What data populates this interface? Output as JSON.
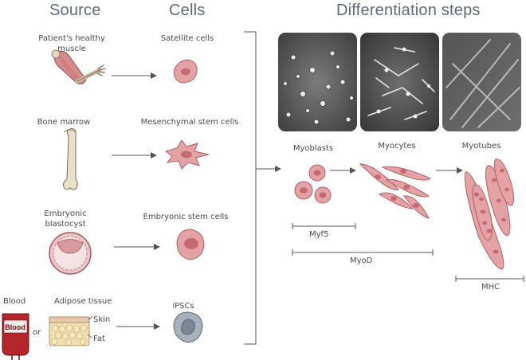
{
  "headers": {
    "source": "Source",
    "cells": "Cells",
    "differentiation": "Differentiation steps"
  },
  "sources": [
    {
      "label": "Patient's healthy muscle",
      "icon": "muscle-icon"
    },
    {
      "label": "Bone marrow",
      "icon": "bone-icon"
    },
    {
      "label": "Embryonic blastocyst",
      "icon": "blastocyst-icon"
    },
    {
      "label": "Adipose tissue",
      "icon": "adipose-tissue-icon"
    }
  ],
  "blood": {
    "label": "Blood",
    "bag_label": "Blood",
    "or_label": "or"
  },
  "adipose_layers": {
    "skin": "Skin",
    "fat": "Fat"
  },
  "cells": [
    {
      "label": "Satellite cells",
      "icon": "satellite-cell-icon"
    },
    {
      "label": "Mesenchymal stem cells",
      "icon": "mesenchymal-stem-cell-icon"
    },
    {
      "label": "Embryonic stem cells",
      "icon": "embryonic-stem-cell-icon"
    },
    {
      "label": "iPSCs",
      "icon": "ipsc-icon"
    }
  ],
  "stages": [
    {
      "label": "Myoblasts",
      "icon": "myoblasts-icon"
    },
    {
      "label": "Myocytes",
      "icon": "myocytes-icon"
    },
    {
      "label": "Myotubes",
      "icon": "myotubes-icon"
    }
  ],
  "markers": [
    {
      "label": "Myf5"
    },
    {
      "label": "MyoD"
    },
    {
      "label": "MHC"
    }
  ],
  "colors": {
    "header": "#5d6a78",
    "cell_fill": "#e3a3a5",
    "cell_stroke": "#b05c62",
    "nucleus": "#c66a72",
    "ipsc_fill": "#a8b1bb",
    "blood_bag": "#b3262b",
    "line": "#555555"
  }
}
